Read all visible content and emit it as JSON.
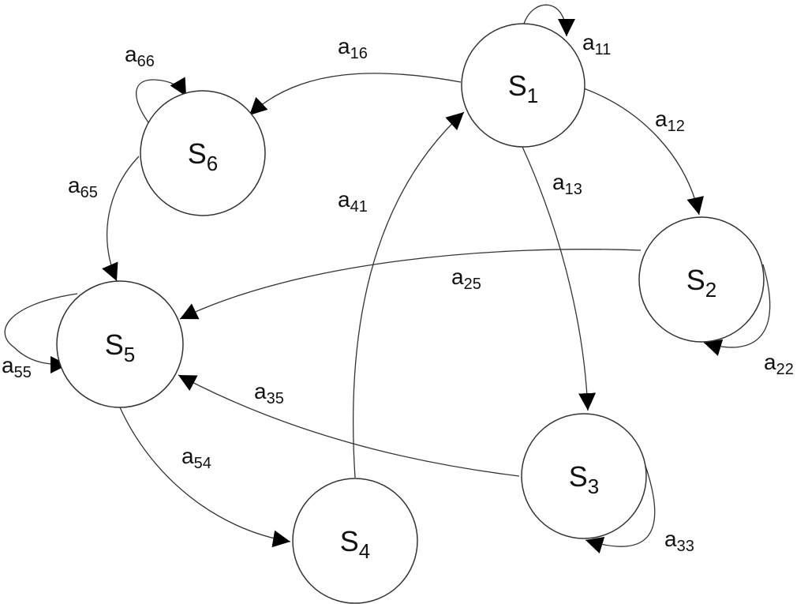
{
  "states": [
    {
      "id": "s1",
      "base": "S",
      "sub": "1"
    },
    {
      "id": "s2",
      "base": "S",
      "sub": "2"
    },
    {
      "id": "s3",
      "base": "S",
      "sub": "3"
    },
    {
      "id": "s4",
      "base": "S",
      "sub": "4"
    },
    {
      "id": "s5",
      "base": "S",
      "sub": "5"
    },
    {
      "id": "s6",
      "base": "S",
      "sub": "6"
    }
  ],
  "transitions": [
    {
      "id": "a11",
      "from": "s1",
      "to": "s1",
      "base": "a",
      "sub": "11"
    },
    {
      "id": "a12",
      "from": "s1",
      "to": "s2",
      "base": "a",
      "sub": "12"
    },
    {
      "id": "a13",
      "from": "s1",
      "to": "s3",
      "base": "a",
      "sub": "13"
    },
    {
      "id": "a16",
      "from": "s1",
      "to": "s6",
      "base": "a",
      "sub": "16"
    },
    {
      "id": "a22",
      "from": "s2",
      "to": "s2",
      "base": "a",
      "sub": "22"
    },
    {
      "id": "a25",
      "from": "s2",
      "to": "s5",
      "base": "a",
      "sub": "25"
    },
    {
      "id": "a33",
      "from": "s3",
      "to": "s3",
      "base": "a",
      "sub": "33"
    },
    {
      "id": "a35",
      "from": "s3",
      "to": "s5",
      "base": "a",
      "sub": "35"
    },
    {
      "id": "a41",
      "from": "s4",
      "to": "s1",
      "base": "a",
      "sub": "41"
    },
    {
      "id": "a54",
      "from": "s5",
      "to": "s4",
      "base": "a",
      "sub": "54"
    },
    {
      "id": "a55",
      "from": "s5",
      "to": "s5",
      "base": "a",
      "sub": "55"
    },
    {
      "id": "a65",
      "from": "s6",
      "to": "s5",
      "base": "a",
      "sub": "65"
    },
    {
      "id": "a66",
      "from": "s6",
      "to": "s6",
      "base": "a",
      "sub": "66"
    }
  ],
  "colors": {
    "stroke": "#333333",
    "arrow": "#000000",
    "text": "#111111",
    "background": "#ffffff"
  }
}
